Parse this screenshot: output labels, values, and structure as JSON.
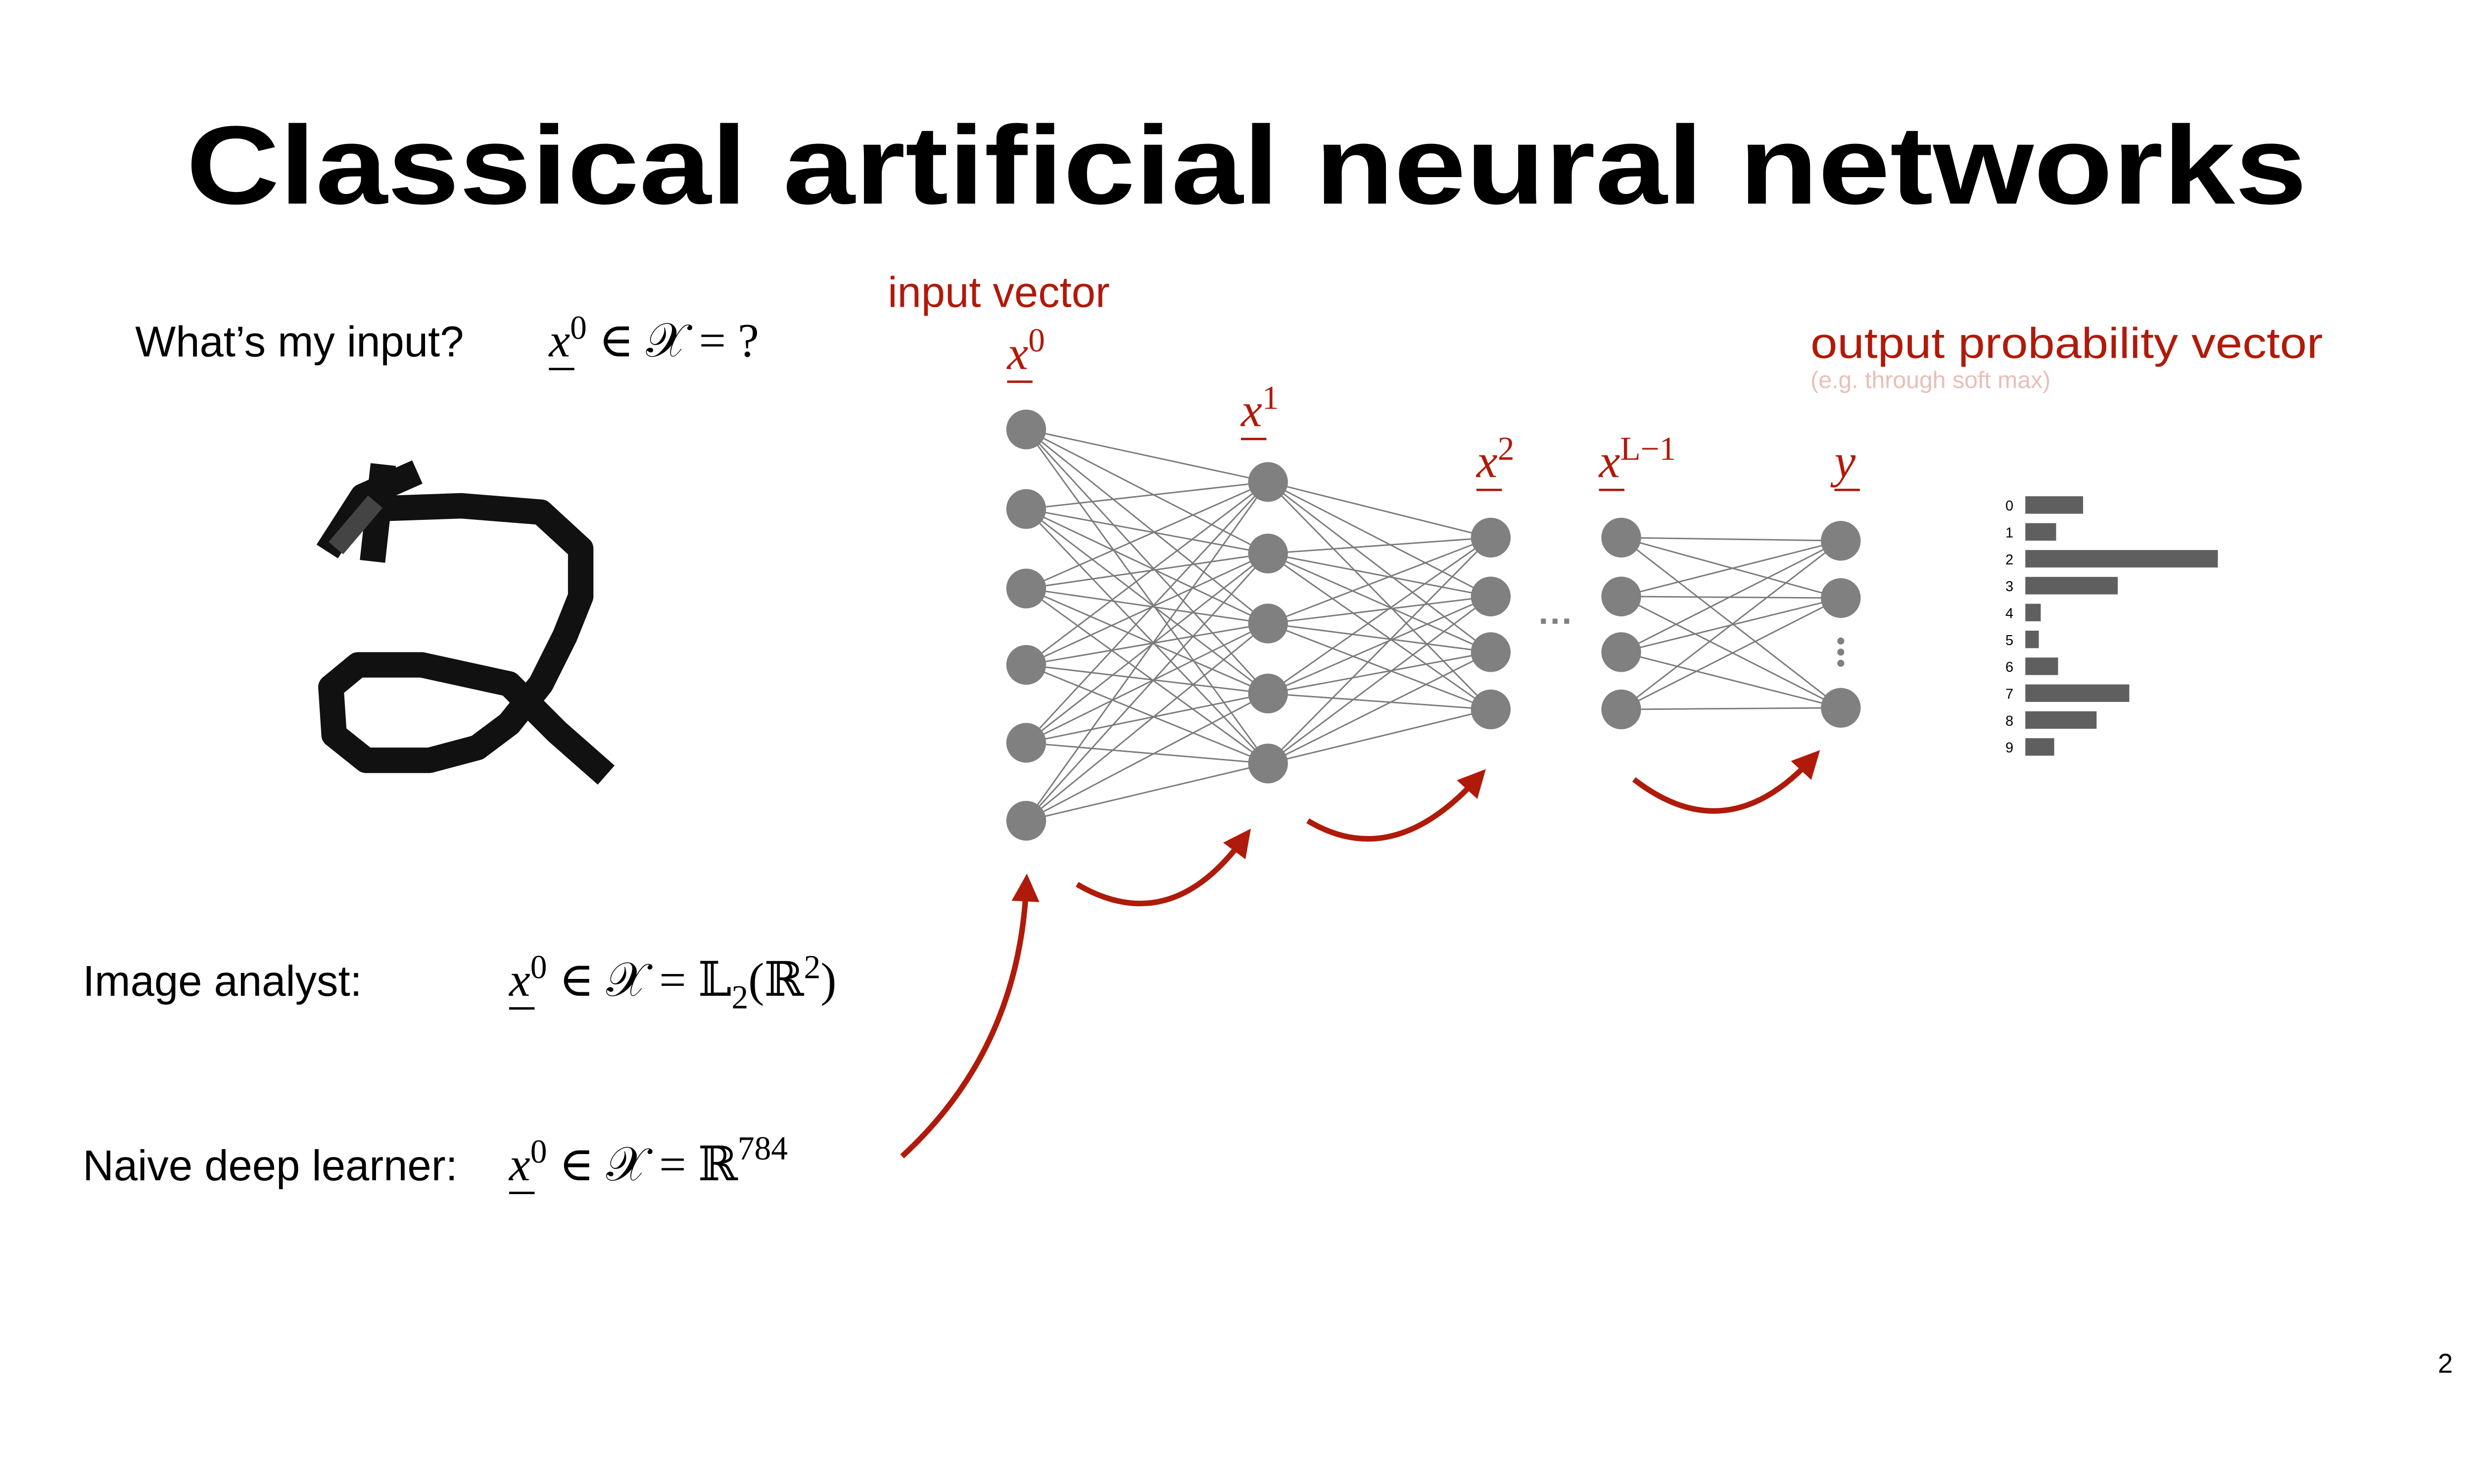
{
  "title": "Classical artificial neural networks",
  "page_number": "2",
  "colors": {
    "accent": "#b01a0a",
    "subtle": "#e8bfb8",
    "node": "#808080",
    "bar": "#5f5f5f"
  },
  "left": {
    "question": {
      "label": "What’s my input?",
      "var": "x",
      "sup": "0",
      "rest": " ∈ 𝒳 = ?"
    },
    "analyst": {
      "label": "Image analyst:",
      "var": "x",
      "sup": "0",
      "rest1": " ∈ 𝒳 = 𝕃",
      "sub": "2",
      "rest2": "(ℝ",
      "sup2": "2",
      "rest3": ")"
    },
    "naive": {
      "label": "Naive deep learner:",
      "var": "x",
      "sup": "0",
      "rest": " ∈ 𝒳 = ℝ",
      "sup2": "784"
    }
  },
  "network": {
    "input_label": "input vector",
    "output_label": "output probability vector",
    "output_note": "(e.g. through soft max)",
    "ellipsis": "···",
    "layers": [
      {
        "var": "x",
        "sup": "0",
        "nodes": 6
      },
      {
        "var": "x",
        "sup": "1",
        "nodes": 5
      },
      {
        "var": "x",
        "sup": "2",
        "nodes": 4
      },
      {
        "var": "x",
        "sup": "L−1",
        "nodes": 4
      },
      {
        "var": "y",
        "sup": "",
        "nodes": 3
      }
    ]
  },
  "chart_data": {
    "type": "bar",
    "orientation": "horizontal",
    "categories": [
      "0",
      "1",
      "2",
      "3",
      "4",
      "5",
      "6",
      "7",
      "8",
      "9"
    ],
    "values": [
      0.3,
      0.16,
      1.0,
      0.48,
      0.08,
      0.07,
      0.17,
      0.54,
      0.37,
      0.15
    ],
    "title": "",
    "xlabel": "",
    "ylabel": "",
    "xlim": [
      0,
      1
    ]
  }
}
